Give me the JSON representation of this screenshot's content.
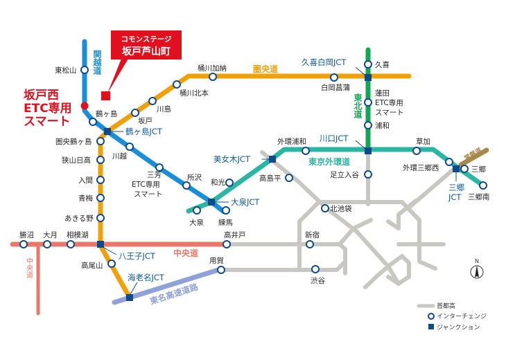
{
  "callout": {
    "line1": "コモンステージ",
    "line2": "坂戸芦山町"
  },
  "highlight": {
    "line1": "坂戸西",
    "line2": "ETC専用",
    "line3": "スマート"
  },
  "roads": {
    "kanetsu": "関越道",
    "keno": "圏央道",
    "tohoku": "東北道",
    "gaikan": "東京外環道",
    "chuo": "中央道",
    "chuo_branch": "中央道",
    "tomei": "東名高速道路",
    "joban": "常磐道"
  },
  "stations": {
    "higashimatsuyama": "東松山",
    "tsurugashima": "鶴ヶ島",
    "kawagoe": "川越",
    "miyoshi1": "三芳",
    "miyoshi2": "ETC専用",
    "miyoshi3": "スマート",
    "tokorozawa": "所沢",
    "oizumi": "大泉",
    "nerima": "練馬",
    "wako": "和光",
    "sakado": "坂戸",
    "kawajima": "川島",
    "okegawakitamoto": "桶川北本",
    "okegawakano": "桶川加納",
    "shiraokashobu": "白岡菖蒲",
    "kuki": "久喜",
    "hasuda1": "蓮田",
    "hasuda2": "ETC専用",
    "hasuda3": "スマート",
    "urawa": "浦和",
    "adachiiriya": "足立入谷",
    "gaikanurawa": "外環浦和",
    "takashimadaira": "高島平",
    "soka": "草加",
    "gaikanmisatonishi": "外環三郷西",
    "misato": "三郷",
    "misatominami": "三郷南",
    "kenotsurugashima": "圏央鶴ヶ島",
    "sayamahidaka": "狭山日高",
    "iruma": "入間",
    "ome": "青梅",
    "akiruno": "あきる野",
    "katsunuma": "勝沼",
    "otsuki": "大月",
    "sagamiko": "相模湖",
    "takaido": "高井戸",
    "takaosan": "高尾山",
    "yoga": "用賀",
    "shinjuku": "新宿",
    "shibuya": "渋谷",
    "kitaikebukuro": "北池袋"
  },
  "junctions": {
    "tsurugashima": "鶴ヶ島JCT",
    "kukishiraoka": "久喜白岡JCT",
    "kawaguchi": "川口JCT",
    "bijogi": "美女木JCT",
    "oizumi": "大泉JCT",
    "misato1": "三郷",
    "misato2": "JCT",
    "hachioji": "八王子JCT",
    "ebina": "海老名JCT"
  },
  "legend": {
    "shutoko": "首都高",
    "interchange": "インターチェンジ",
    "junction": "ジャンクション"
  },
  "compass": "N",
  "colors": {
    "kanetsu": "#1a8ed8",
    "keno": "#f0a00a",
    "tohoku": "#16a653",
    "gaikan": "#2db5a3",
    "chuo": "#e9786b",
    "tomei": "#8ea2d8",
    "shuto": "#c9c7c1",
    "joban": "#a8884a",
    "junction": "#0c4a8a",
    "accent": "#e0101e"
  }
}
